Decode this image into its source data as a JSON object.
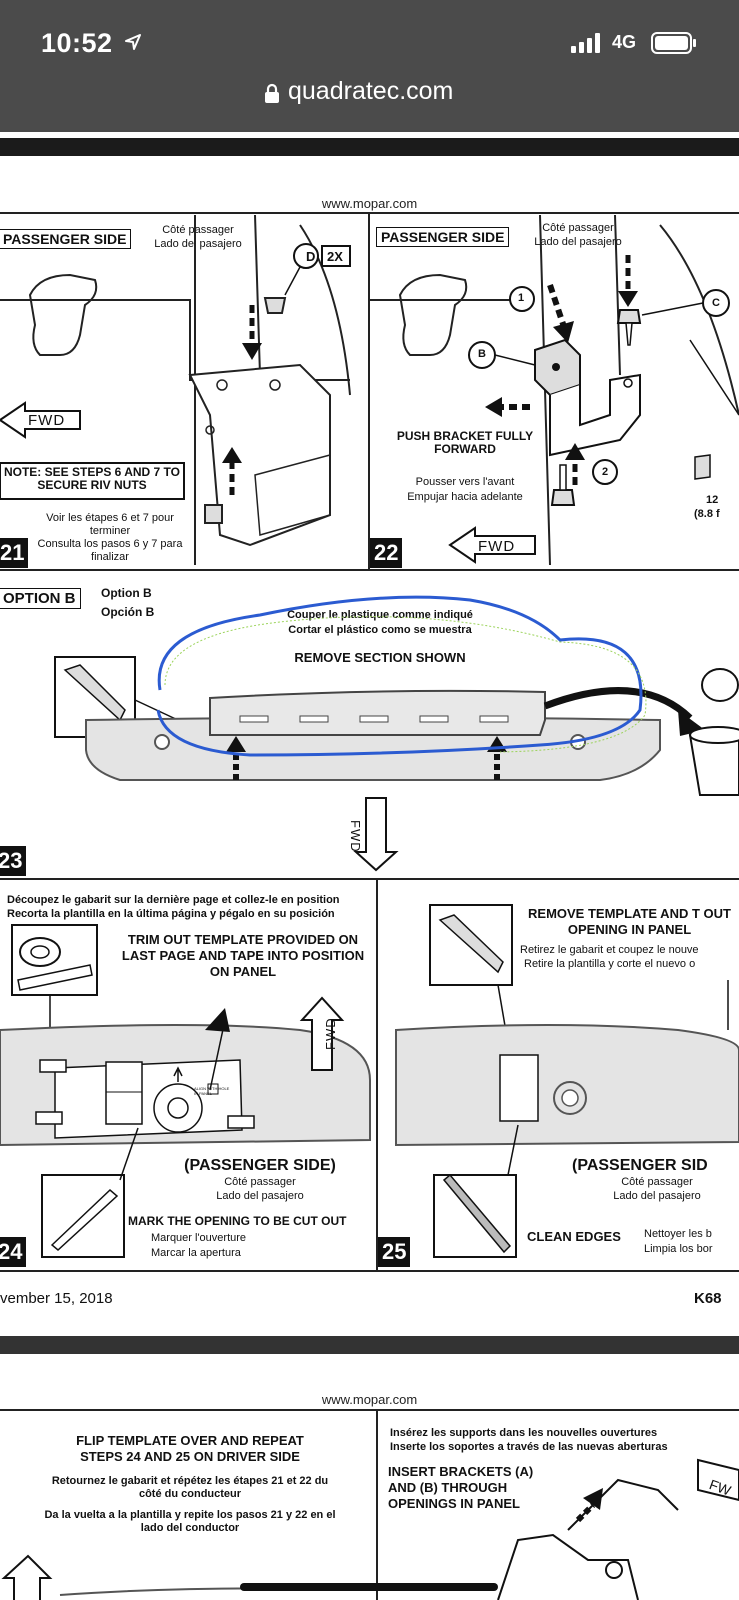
{
  "status_bar": {
    "time": "10:52",
    "network": "4G"
  },
  "browser": {
    "url": "quadratec.com"
  },
  "page1": {
    "site": "www.mopar.com",
    "step21": {
      "number": "21",
      "header": "PASSENGER SIDE",
      "header_fr": "Côté passager",
      "header_es": "Lado del pasajero",
      "callout": "D",
      "qty": "2X",
      "fwd": "FWD",
      "note": "NOTE: SEE STEPS 6 AND 7 TO SECURE RIV NUTS",
      "note_fr": "Voir les étapes 6 et 7 pour terminer",
      "note_es": "Consulta los pasos 6 y 7 para finalizar"
    },
    "step22": {
      "number": "22",
      "header": "PASSENGER SIDE",
      "header_fr": "Côté passager",
      "header_es": "Lado del pasajero",
      "callout_1": "1",
      "callout_2": "2",
      "callout_b": "B",
      "callout_c": "C",
      "instruction": "PUSH BRACKET FULLY FORWARD",
      "instruction_fr": "Pousser vers l'avant",
      "instruction_es": "Empujar hacia adelante",
      "fwd": "FWD",
      "torque": "12",
      "torque_sub": "(8.8 f"
    },
    "step23": {
      "number": "23",
      "option": "OPTION B",
      "option_fr": "Option B",
      "option_es": "Opción B",
      "cut_fr": "Couper le plastique comme indiqué",
      "cut_es": "Cortar el plástico como se muestra",
      "instruction": "REMOVE SECTION SHOWN",
      "fwd": "FWD"
    },
    "step24": {
      "number": "24",
      "top_fr": "Découpez le gabarit sur la dernière page et collez-le en position",
      "top_es": "Recorta la plantilla en la última página y pégalo en su posición",
      "instruction": "TRIM OUT TEMPLATE PROVIDED ON LAST PAGE AND TAPE INTO POSITION ON PANEL",
      "fwd": "FWD",
      "template_text": "ALIGN WITH HOLE IN PANEL",
      "side": "(PASSENGER SIDE)",
      "side_fr": "Côté passager",
      "side_es": "Lado del pasajero",
      "mark": "MARK THE OPENING TO BE CUT OUT",
      "mark_fr": "Marquer l'ouverture",
      "mark_es": "Marcar la apertura"
    },
    "step25": {
      "number": "25",
      "instruction": "REMOVE TEMPLATE AND T OUT OPENING IN PANEL",
      "instruction_fr": "Retirez le gabarit et coupez le nouve",
      "instruction_es": "Retire la plantilla y corte el nuevo o",
      "side": "(PASSENGER SID",
      "side_fr": "Côté passager",
      "side_es": "Lado del pasajero",
      "clean": "CLEAN EDGES",
      "clean_fr": "Nettoyer les b",
      "clean_es": "Limpia los bor"
    },
    "footer_date": "vember 15, 2018",
    "footer_code": "K68"
  },
  "page2": {
    "site": "www.mopar.com",
    "step26": {
      "instruction": "FLIP TEMPLATE OVER AND REPEAT STEPS 24 AND 25 ON DRIVER SIDE",
      "instruction_fr": "Retournez le gabarit et répétez les étapes 21 et 22 du côté du conducteur",
      "instruction_es": "Da la vuelta a la plantilla y repite los pasos 21 y 22 en el lado del conductor"
    },
    "step27": {
      "top_fr": "Insérez les supports dans les nouvelles ouvertures",
      "top_es": "Inserte los soportes a través de las nuevas aberturas",
      "instruction": "INSERT BRACKETS (A) AND (B) THROUGH OPENINGS IN PANEL",
      "fwd": "FW"
    }
  }
}
